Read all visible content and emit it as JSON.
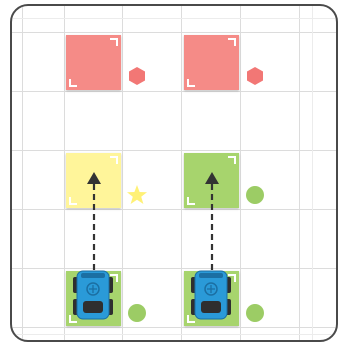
{
  "board": {
    "columns": 6,
    "rows": 5,
    "grid_color": "#dcdcdc",
    "border_color": "#4a4a4a"
  },
  "colors": {
    "red_tile": "#f58b87",
    "red_marker": "#f27775",
    "yellow_tile": "#fff59a",
    "yellow_marker": "#fff176",
    "green_tile": "#a7d46d",
    "green_marker": "#9ccc65",
    "robot_body": "#2a9ad8",
    "robot_dark": "#2f2f2f",
    "path_color": "#333333"
  },
  "tiles": [
    {
      "name": "red-goal-tile-left",
      "color": "red"
    },
    {
      "name": "red-goal-tile-right",
      "color": "red"
    },
    {
      "name": "yellow-target-tile",
      "color": "yellow"
    },
    {
      "name": "green-target-tile",
      "color": "green"
    },
    {
      "name": "green-start-tile-left",
      "color": "green"
    },
    {
      "name": "green-start-tile-right",
      "color": "green"
    }
  ],
  "markers": [
    {
      "name": "red-hexagon-marker-left",
      "shape": "hexagon",
      "color": "red"
    },
    {
      "name": "red-hexagon-marker-right",
      "shape": "hexagon",
      "color": "red"
    },
    {
      "name": "yellow-star-marker",
      "shape": "star",
      "color": "yellow"
    },
    {
      "name": "green-circle-marker-upper",
      "shape": "circle",
      "color": "green"
    },
    {
      "name": "green-circle-marker-left",
      "shape": "circle",
      "color": "green"
    },
    {
      "name": "green-circle-marker-right",
      "shape": "circle",
      "color": "green"
    }
  ],
  "robots": [
    {
      "name": "robot-left",
      "icon": "robot-car-icon"
    },
    {
      "name": "robot-right",
      "icon": "robot-car-icon"
    }
  ],
  "paths": [
    {
      "name": "path-arrow-left",
      "style": "dashed",
      "direction": "up"
    },
    {
      "name": "path-arrow-right",
      "style": "dashed",
      "direction": "up"
    }
  ]
}
